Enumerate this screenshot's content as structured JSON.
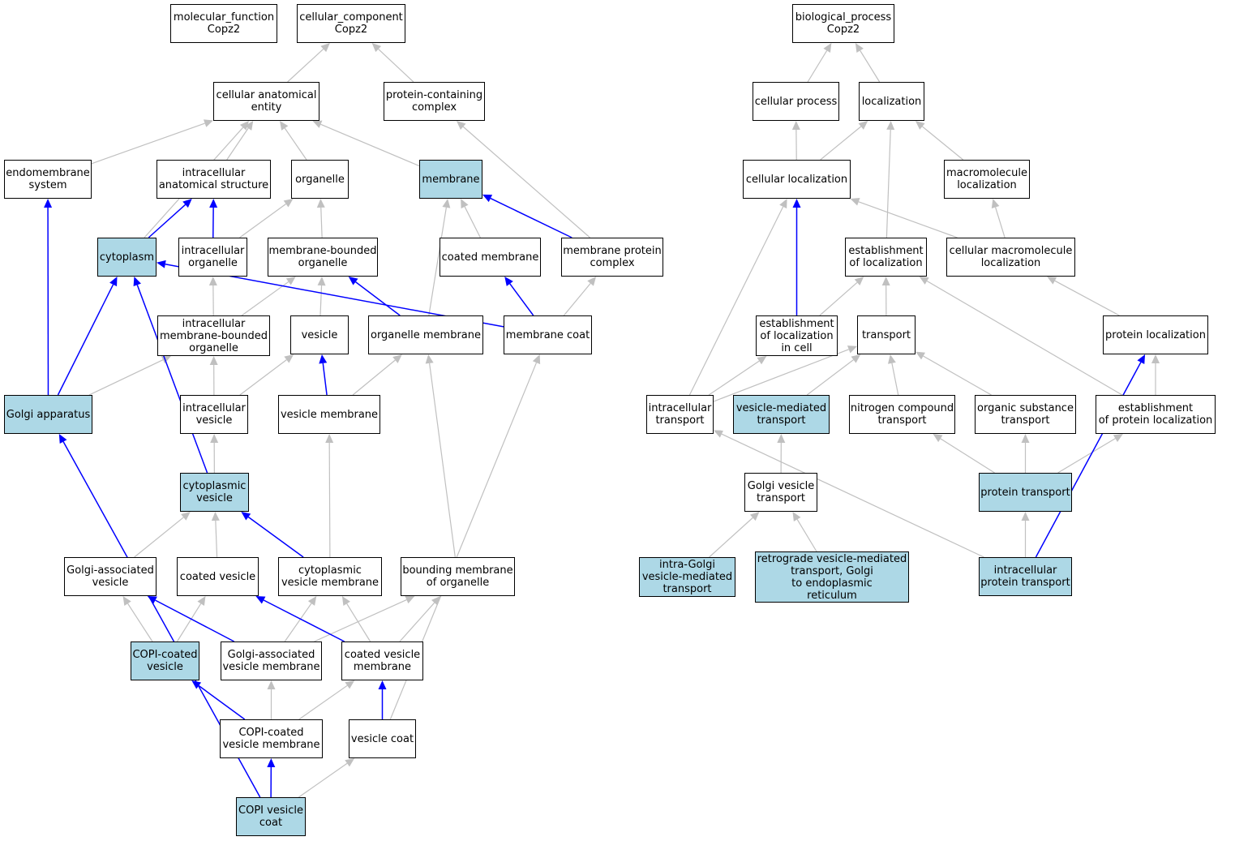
{
  "colors": {
    "highlight": "#add8e6",
    "plain": "#ffffff",
    "edge_grey": "#c0c0c0",
    "edge_blue": "#0000ff"
  },
  "nodes": [
    {
      "id": "mf",
      "label": "molecular_function\nCopz2",
      "hl": false
    },
    {
      "id": "cc",
      "label": "cellular_component\nCopz2",
      "hl": false
    },
    {
      "id": "bp",
      "label": "biological_process\nCopz2",
      "hl": false
    },
    {
      "id": "cae",
      "label": "cellular anatomical\nentity",
      "hl": false
    },
    {
      "id": "pcc",
      "label": "protein-containing\ncomplex",
      "hl": false
    },
    {
      "id": "cp",
      "label": "cellular process",
      "hl": false
    },
    {
      "id": "loc",
      "label": "localization",
      "hl": false
    },
    {
      "id": "es",
      "label": "endomembrane\nsystem",
      "hl": false
    },
    {
      "id": "ias",
      "label": "intracellular\nanatomical structure",
      "hl": false
    },
    {
      "id": "org",
      "label": "organelle",
      "hl": false
    },
    {
      "id": "mem",
      "label": "membrane",
      "hl": true
    },
    {
      "id": "cl",
      "label": "cellular localization",
      "hl": false
    },
    {
      "id": "mml",
      "label": "macromolecule\nlocalization",
      "hl": false
    },
    {
      "id": "cyto",
      "label": "cytoplasm",
      "hl": true
    },
    {
      "id": "io",
      "label": "intracellular\norganelle",
      "hl": false
    },
    {
      "id": "mbo",
      "label": "membrane-bounded\norganelle",
      "hl": false
    },
    {
      "id": "cm",
      "label": "coated membrane",
      "hl": false
    },
    {
      "id": "mpc",
      "label": "membrane protein\ncomplex",
      "hl": false
    },
    {
      "id": "eol",
      "label": "establishment\nof localization",
      "hl": false
    },
    {
      "id": "cmml",
      "label": "cellular macromolecule\nlocalization",
      "hl": false
    },
    {
      "id": "imbo",
      "label": "intracellular\nmembrane-bounded\norganelle",
      "hl": false
    },
    {
      "id": "ves",
      "label": "vesicle",
      "hl": false
    },
    {
      "id": "om",
      "label": "organelle membrane",
      "hl": false
    },
    {
      "id": "mc",
      "label": "membrane coat",
      "hl": false
    },
    {
      "id": "eolc",
      "label": "establishment\nof localization\nin cell",
      "hl": false
    },
    {
      "id": "tr",
      "label": "transport",
      "hl": false
    },
    {
      "id": "pl",
      "label": "protein localization",
      "hl": false
    },
    {
      "id": "ga",
      "label": "Golgi apparatus",
      "hl": true
    },
    {
      "id": "iv",
      "label": "intracellular\nvesicle",
      "hl": false
    },
    {
      "id": "vm",
      "label": "vesicle membrane",
      "hl": false
    },
    {
      "id": "it",
      "label": "intracellular\ntransport",
      "hl": false
    },
    {
      "id": "vmt",
      "label": "vesicle-mediated\ntransport",
      "hl": true
    },
    {
      "id": "nct",
      "label": "nitrogen compound\ntransport",
      "hl": false
    },
    {
      "id": "ost",
      "label": "organic substance\ntransport",
      "hl": false
    },
    {
      "id": "epl",
      "label": "establishment\nof protein localization",
      "hl": false
    },
    {
      "id": "cv",
      "label": "cytoplasmic\nvesicle",
      "hl": true
    },
    {
      "id": "gvt",
      "label": "Golgi vesicle\ntransport",
      "hl": false
    },
    {
      "id": "pt",
      "label": "protein transport",
      "hl": true
    },
    {
      "id": "gav",
      "label": "Golgi-associated\nvesicle",
      "hl": false
    },
    {
      "id": "cov",
      "label": "coated vesicle",
      "hl": false
    },
    {
      "id": "cvm",
      "label": "cytoplasmic\nvesicle membrane",
      "hl": false
    },
    {
      "id": "bmo",
      "label": "bounding membrane\nof organelle",
      "hl": false
    },
    {
      "id": "igvt",
      "label": "intra-Golgi\nvesicle-mediated\ntransport",
      "hl": true
    },
    {
      "id": "rvt",
      "label": "retrograde vesicle-mediated\ntransport, Golgi\nto endoplasmic\nreticulum",
      "hl": true
    },
    {
      "id": "ipt",
      "label": "intracellular\nprotein transport",
      "hl": true
    },
    {
      "id": "copicv",
      "label": "COPI-coated\nvesicle",
      "hl": true
    },
    {
      "id": "gavm",
      "label": "Golgi-associated\nvesicle membrane",
      "hl": false
    },
    {
      "id": "covm",
      "label": "coated vesicle\nmembrane",
      "hl": false
    },
    {
      "id": "copivm",
      "label": "COPI-coated\nvesicle membrane",
      "hl": false
    },
    {
      "id": "vc",
      "label": "vesicle coat",
      "hl": false
    },
    {
      "id": "copivc",
      "label": "COPI vesicle\ncoat",
      "hl": true
    }
  ],
  "edges": [
    [
      "cae",
      "cc",
      "g"
    ],
    [
      "pcc",
      "cc",
      "g"
    ],
    [
      "cp",
      "bp",
      "g"
    ],
    [
      "loc",
      "bp",
      "g"
    ],
    [
      "es",
      "cae",
      "g"
    ],
    [
      "ias",
      "cae",
      "g"
    ],
    [
      "org",
      "cae",
      "g"
    ],
    [
      "mem",
      "cae",
      "g"
    ],
    [
      "cyto",
      "cae",
      "g"
    ],
    [
      "cyto",
      "ias",
      "b"
    ],
    [
      "io",
      "ias",
      "b"
    ],
    [
      "io",
      "org",
      "g"
    ],
    [
      "mbo",
      "org",
      "g"
    ],
    [
      "mpc",
      "mem",
      "b"
    ],
    [
      "mpc",
      "pcc",
      "g"
    ],
    [
      "cm",
      "mem",
      "g"
    ],
    [
      "om",
      "mem",
      "g"
    ],
    [
      "imbo",
      "io",
      "g"
    ],
    [
      "imbo",
      "mbo",
      "g"
    ],
    [
      "ves",
      "mbo",
      "g"
    ],
    [
      "om",
      "mbo",
      "b"
    ],
    [
      "mc",
      "cm",
      "b"
    ],
    [
      "mc",
      "mpc",
      "g"
    ],
    [
      "mc",
      "cyto",
      "b"
    ],
    [
      "ga",
      "es",
      "b"
    ],
    [
      "ga",
      "cyto",
      "b"
    ],
    [
      "ga",
      "imbo",
      "g"
    ],
    [
      "iv",
      "imbo",
      "g"
    ],
    [
      "iv",
      "ves",
      "g"
    ],
    [
      "vm",
      "ves",
      "b"
    ],
    [
      "vm",
      "om",
      "g"
    ],
    [
      "cv",
      "iv",
      "g"
    ],
    [
      "cv",
      "cyto",
      "b"
    ],
    [
      "gav",
      "cv",
      "g"
    ],
    [
      "cov",
      "cv",
      "g"
    ],
    [
      "cvm",
      "cv",
      "b"
    ],
    [
      "cvm",
      "vm",
      "g"
    ],
    [
      "bmo",
      "om",
      "g"
    ],
    [
      "copicv",
      "gav",
      "g"
    ],
    [
      "copicv",
      "cov",
      "g"
    ],
    [
      "gavm",
      "gav",
      "b"
    ],
    [
      "gavm",
      "cvm",
      "g"
    ],
    [
      "gavm",
      "bmo",
      "g"
    ],
    [
      "covm",
      "cov",
      "b"
    ],
    [
      "covm",
      "cvm",
      "g"
    ],
    [
      "covm",
      "bmo",
      "g"
    ],
    [
      "copivm",
      "copicv",
      "b"
    ],
    [
      "copivm",
      "gavm",
      "g"
    ],
    [
      "copivm",
      "covm",
      "g"
    ],
    [
      "vc",
      "covm",
      "b"
    ],
    [
      "vc",
      "mc",
      "g"
    ],
    [
      "copivc",
      "copivm",
      "b"
    ],
    [
      "copivc",
      "vc",
      "g"
    ],
    [
      "copivc",
      "ga",
      "b"
    ],
    [
      "cl",
      "cp",
      "g"
    ],
    [
      "cl",
      "loc",
      "g"
    ],
    [
      "mml",
      "loc",
      "g"
    ],
    [
      "eol",
      "loc",
      "g"
    ],
    [
      "cmml",
      "cl",
      "g"
    ],
    [
      "cmml",
      "mml",
      "g"
    ],
    [
      "eolc",
      "cl",
      "b"
    ],
    [
      "eolc",
      "eol",
      "g"
    ],
    [
      "tr",
      "eol",
      "g"
    ],
    [
      "epl",
      "eol",
      "g"
    ],
    [
      "pl",
      "cmml",
      "g"
    ],
    [
      "it",
      "cl",
      "g"
    ],
    [
      "it",
      "eolc",
      "g"
    ],
    [
      "it",
      "tr",
      "g"
    ],
    [
      "vmt",
      "tr",
      "g"
    ],
    [
      "nct",
      "tr",
      "g"
    ],
    [
      "ost",
      "tr",
      "g"
    ],
    [
      "epl",
      "pl",
      "g"
    ],
    [
      "gvt",
      "vmt",
      "g"
    ],
    [
      "pt",
      "nct",
      "g"
    ],
    [
      "pt",
      "ost",
      "g"
    ],
    [
      "pt",
      "epl",
      "g"
    ],
    [
      "igvt",
      "gvt",
      "g"
    ],
    [
      "rvt",
      "gvt",
      "g"
    ],
    [
      "ipt",
      "it",
      "g"
    ],
    [
      "ipt",
      "pt",
      "g"
    ],
    [
      "ipt",
      "pl",
      "b"
    ]
  ]
}
